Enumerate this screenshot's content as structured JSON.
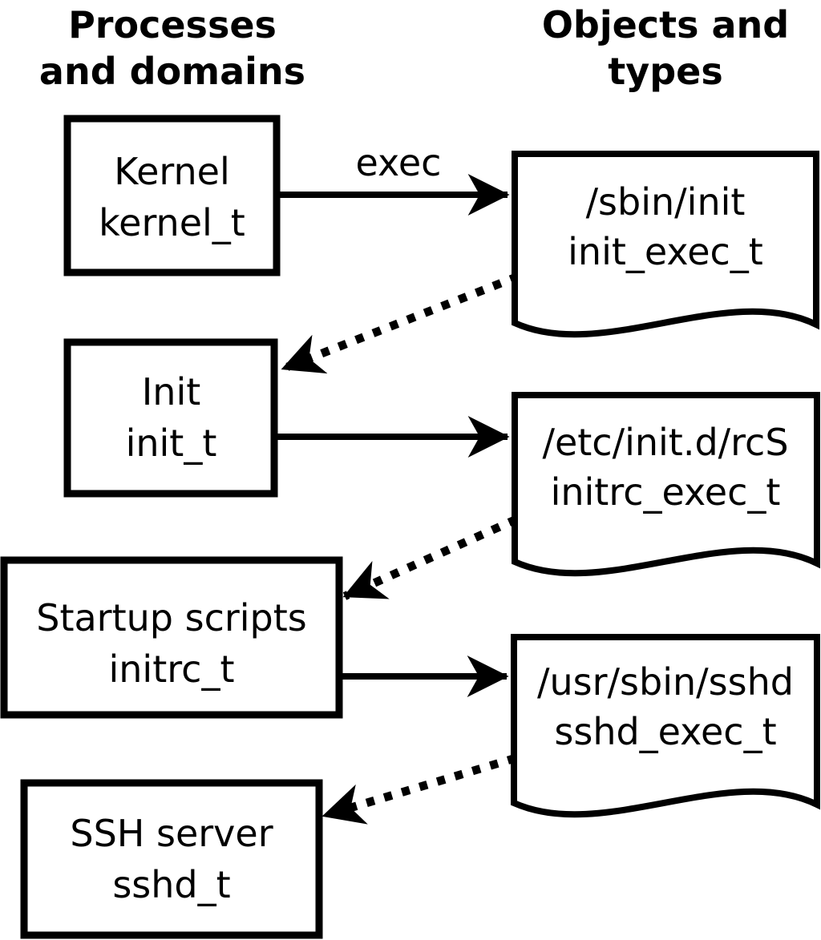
{
  "columns": {
    "left": {
      "title_line1": "Processes",
      "title_line2": "and domains"
    },
    "right": {
      "title_line1": "Objects and",
      "title_line2": "types"
    }
  },
  "processes": [
    {
      "name": "Kernel",
      "type": "kernel_t"
    },
    {
      "name": "Init",
      "type": "init_t"
    },
    {
      "name": "Startup scripts",
      "type": "initrc_t"
    },
    {
      "name": "SSH server",
      "type": "sshd_t"
    }
  ],
  "objects": [
    {
      "path": "/sbin/init",
      "type": "init_exec_t"
    },
    {
      "path": "/etc/init.d/rcS",
      "type": "initrc_exec_t"
    },
    {
      "path": "/usr/sbin/sshd",
      "type": "sshd_exec_t"
    }
  ],
  "edge_labels": {
    "exec": "exec"
  },
  "colors": {
    "stroke": "#000000",
    "background": "#ffffff",
    "text": "#000000"
  }
}
